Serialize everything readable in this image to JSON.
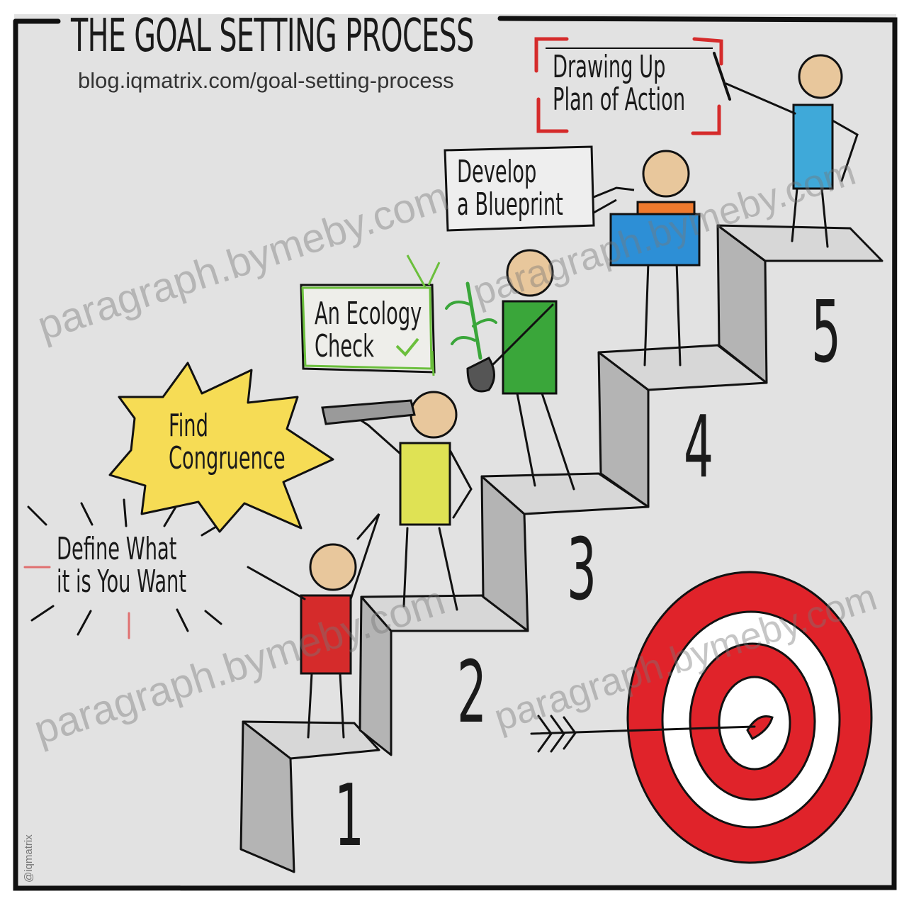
{
  "title": "THE GOAL SETTING PROCESS",
  "url": "blog.iqmatrix.com/goal-setting-process",
  "steps": [
    {
      "number": "1",
      "label_lines": [
        "Define What",
        "it is You Want"
      ]
    },
    {
      "number": "2",
      "label_lines": [
        "Find",
        "Congruence"
      ]
    },
    {
      "number": "3",
      "label_lines": [
        "An Ecology",
        "Check"
      ]
    },
    {
      "number": "4",
      "label_lines": [
        "Develop",
        "a Blueprint"
      ]
    },
    {
      "number": "5",
      "label_lines": [
        "Drawing Up",
        "Plan of Action"
      ]
    }
  ],
  "watermark": "paragraph.bymeby.com",
  "credit": "@iqmatrix",
  "colors": {
    "background": "#e2e2e2",
    "frame": "#111111",
    "stair_front": "#b4b4b4",
    "stair_top": "#d7d7d7",
    "shirt_1": "#d52b2b",
    "shirt_2": "#dfe254",
    "shirt_3": "#3aa63a",
    "shirt_4": "#ef7a2e",
    "blueprint": "#2d8fd6",
    "shirt_5": "#3fa9d9",
    "star_burst": "#f6dc55",
    "target_red": "#e0232a",
    "target_white": "#ffffff"
  }
}
